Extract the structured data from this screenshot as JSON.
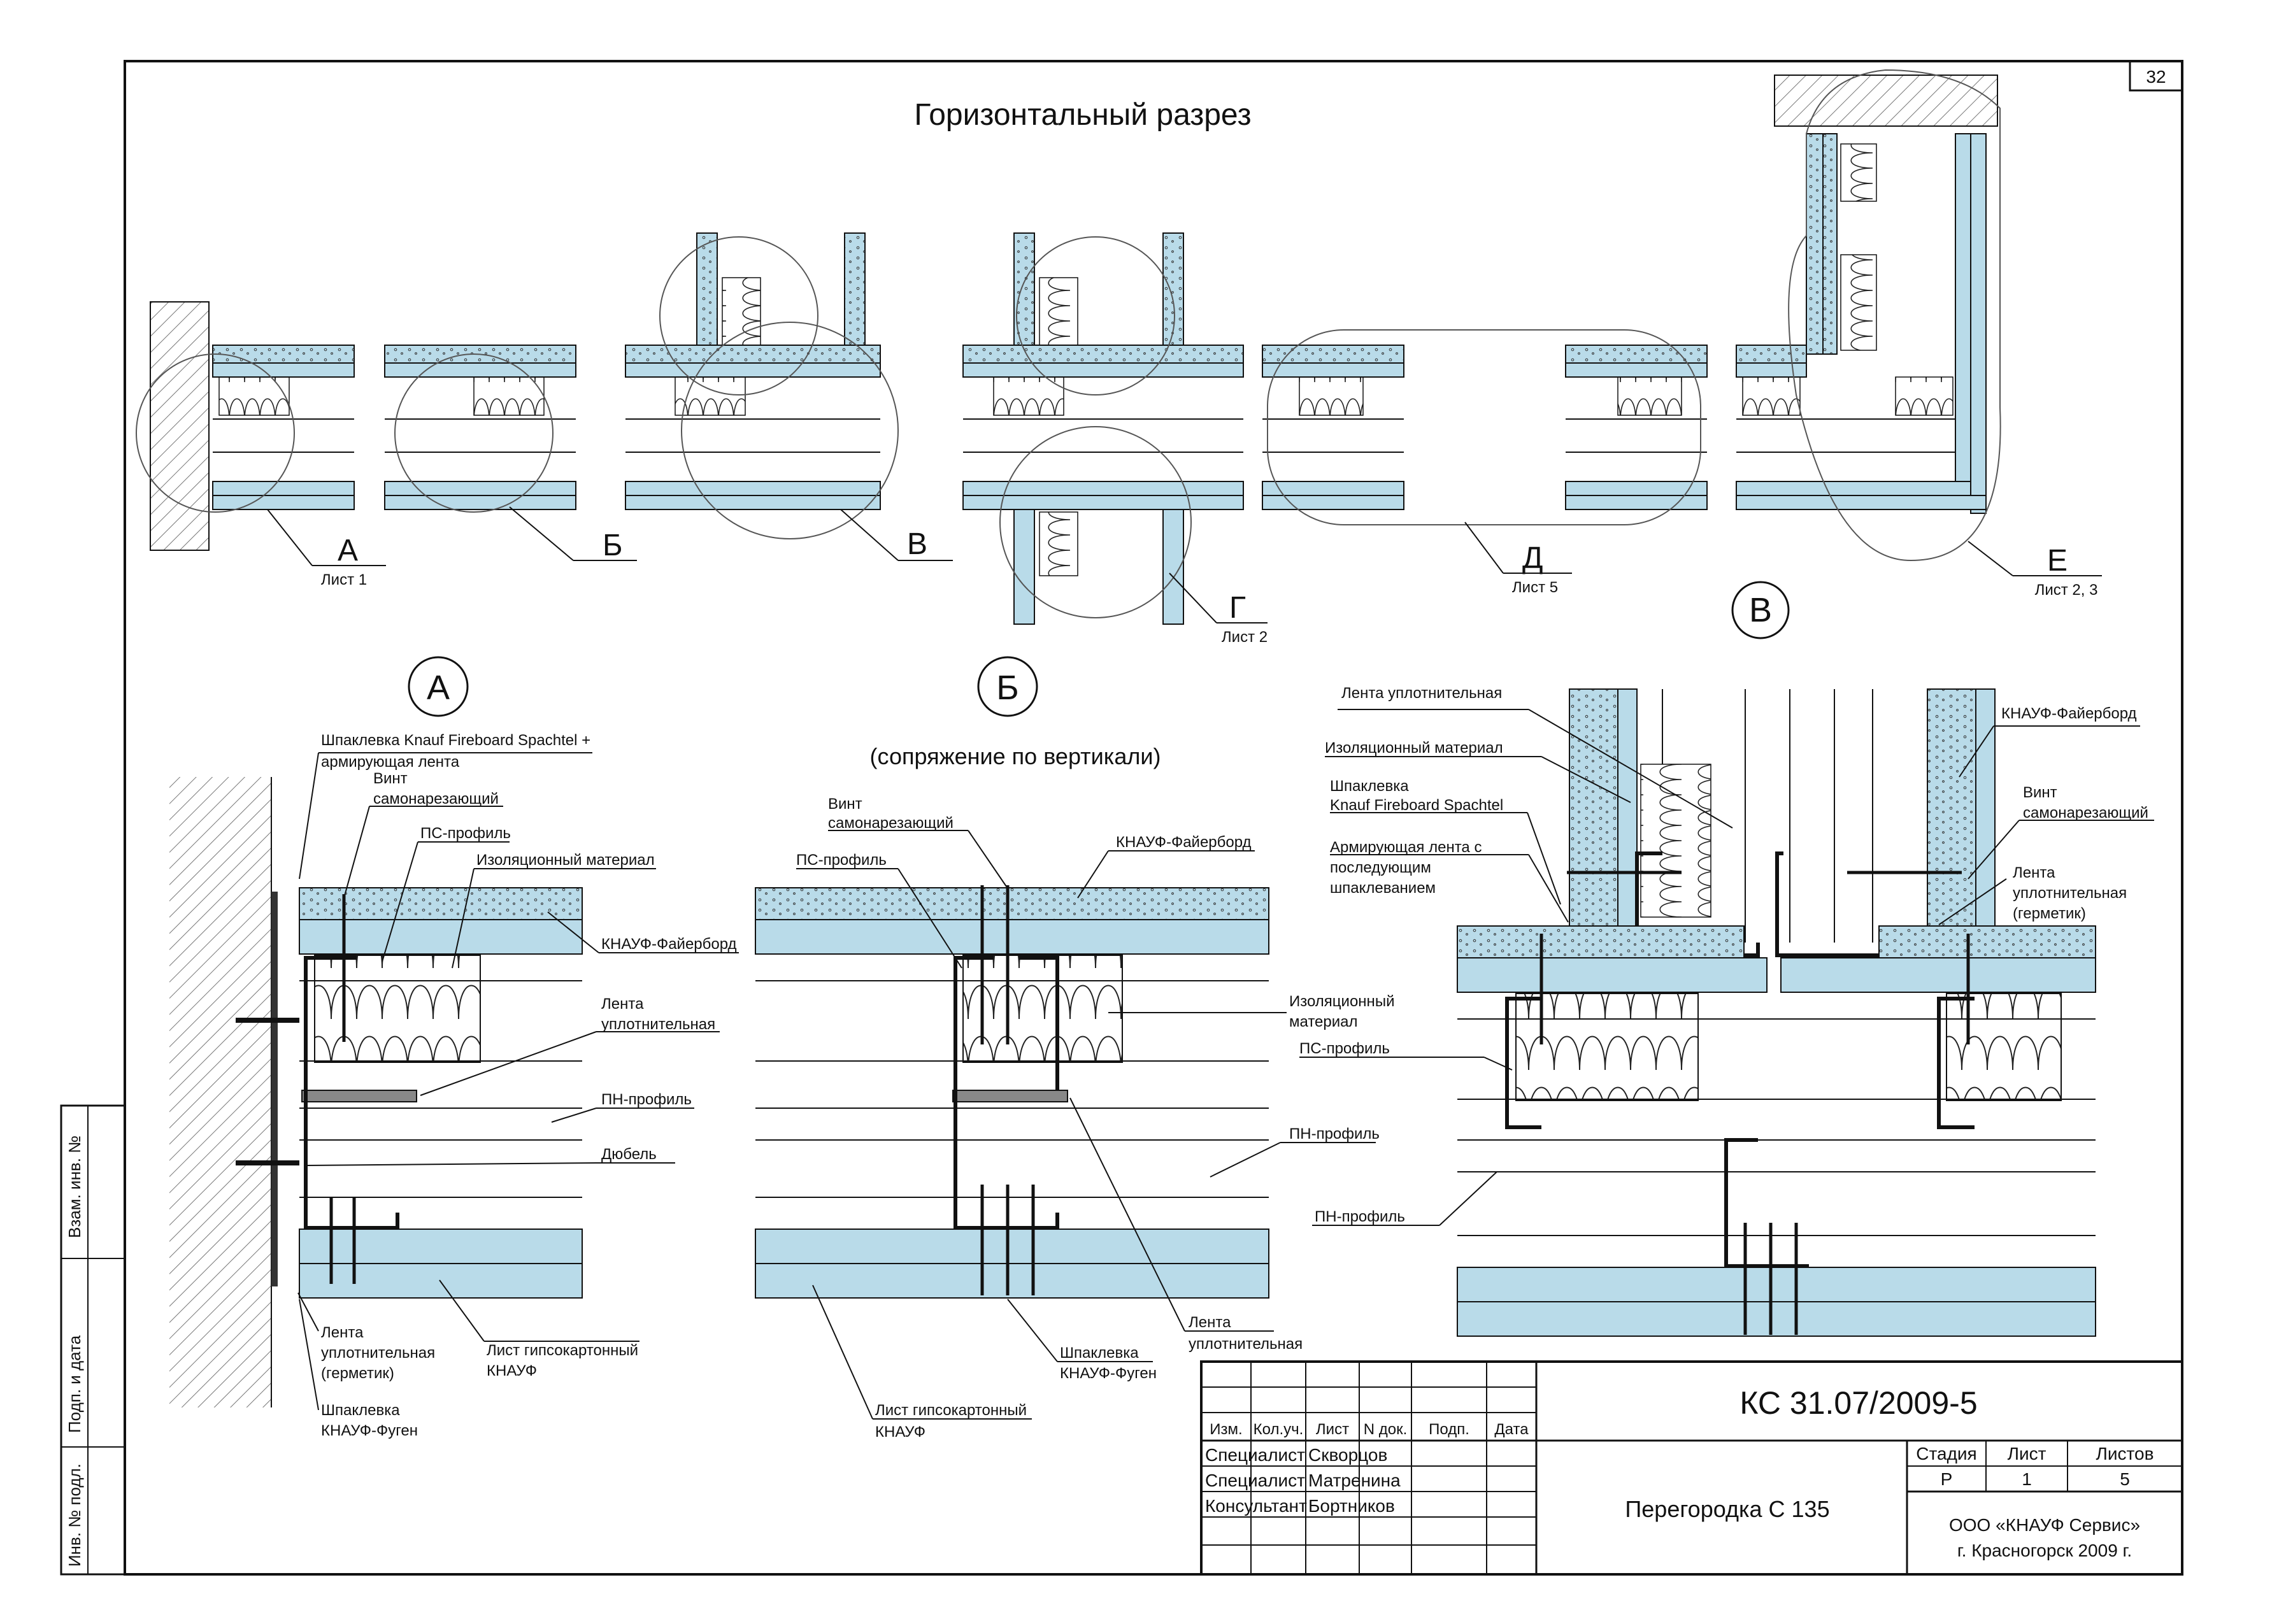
{
  "sheet": {
    "page_number": "32",
    "main_title": "Горизонтальный разрез"
  },
  "overview": {
    "markers": [
      {
        "letter": "А",
        "sheet": "Лист 1"
      },
      {
        "letter": "Б",
        "sheet": ""
      },
      {
        "letter": "В",
        "sheet": ""
      },
      {
        "letter": "Г",
        "sheet": "Лист 2"
      },
      {
        "letter": "Д",
        "sheet": "Лист 5"
      },
      {
        "letter": "Е",
        "sheet": "Лист 2, 3"
      }
    ],
    "node_circle_label": "В"
  },
  "detail_a": {
    "title": "А",
    "labels": [
      "Шпаклевка Knauf Fireboard Spachtel +",
      "армирующая лента",
      "Винт",
      "самонарезающий",
      "ПС-профиль",
      "Изоляционный материал",
      "КНАУФ-Файерборд",
      "Лента",
      "уплотнительная",
      "ПН-профиль",
      "Дюбель",
      "Лента",
      "уплотнительная",
      "(герметик)",
      "Лист гипсокартонный",
      "КНАУФ",
      "Шпаклевка",
      "КНАУФ-Фуген"
    ]
  },
  "detail_b": {
    "title": "Б",
    "subtitle": "(сопряжение по вертикали)",
    "labels": [
      "Винт",
      "самонарезающий",
      "ПС-профиль",
      "КНАУФ-Файерборд",
      "Изоляционный",
      "материал",
      "ПН-профиль",
      "Лента",
      "уплотнительная",
      "Шпаклевка",
      "КНАУФ-Фуген",
      "Лист гипсокартонный",
      "КНАУФ"
    ]
  },
  "detail_v": {
    "labels": [
      "Лента уплотнительная",
      "Изоляционный материал",
      "Шпаклевка",
      "Knauf Fireboard Spachtel",
      "Армирующая лента с",
      "последующим",
      "шпаклеванием",
      "ПС-профиль",
      "ПН-профиль",
      "КНАУФ-Файерборд",
      "Винт",
      "самонарезающий",
      "Лента",
      "уплотнительная",
      "(герметик)"
    ]
  },
  "side_stamp": {
    "cells": [
      "Взам. инв. №",
      "Подп. и дата",
      "Инв. № подл."
    ]
  },
  "title_block": {
    "code": "КС 31.07/2009-5",
    "headers": [
      "Изм.",
      "Кол.уч.",
      "Лист",
      "N док.",
      "Подп.",
      "Дата"
    ],
    "people": [
      {
        "role": "Специалист",
        "name": "Скворцов"
      },
      {
        "role": "Специалист",
        "name": "Матренина"
      },
      {
        "role": "Консультант",
        "name": "Бортников"
      }
    ],
    "drawing_name": "Перегородка С 135",
    "stage_header": "Стадия",
    "sheet_header": "Лист",
    "sheets_header": "Листов",
    "stage": "Р",
    "sheet": "1",
    "sheets": "5",
    "org_line1": "ООО «КНАУФ Сервис»",
    "org_line2": "г. Красногорск 2009 г."
  },
  "colors": {
    "board": "#b9dbe9",
    "line": "#111111",
    "background": "#ffffff"
  }
}
